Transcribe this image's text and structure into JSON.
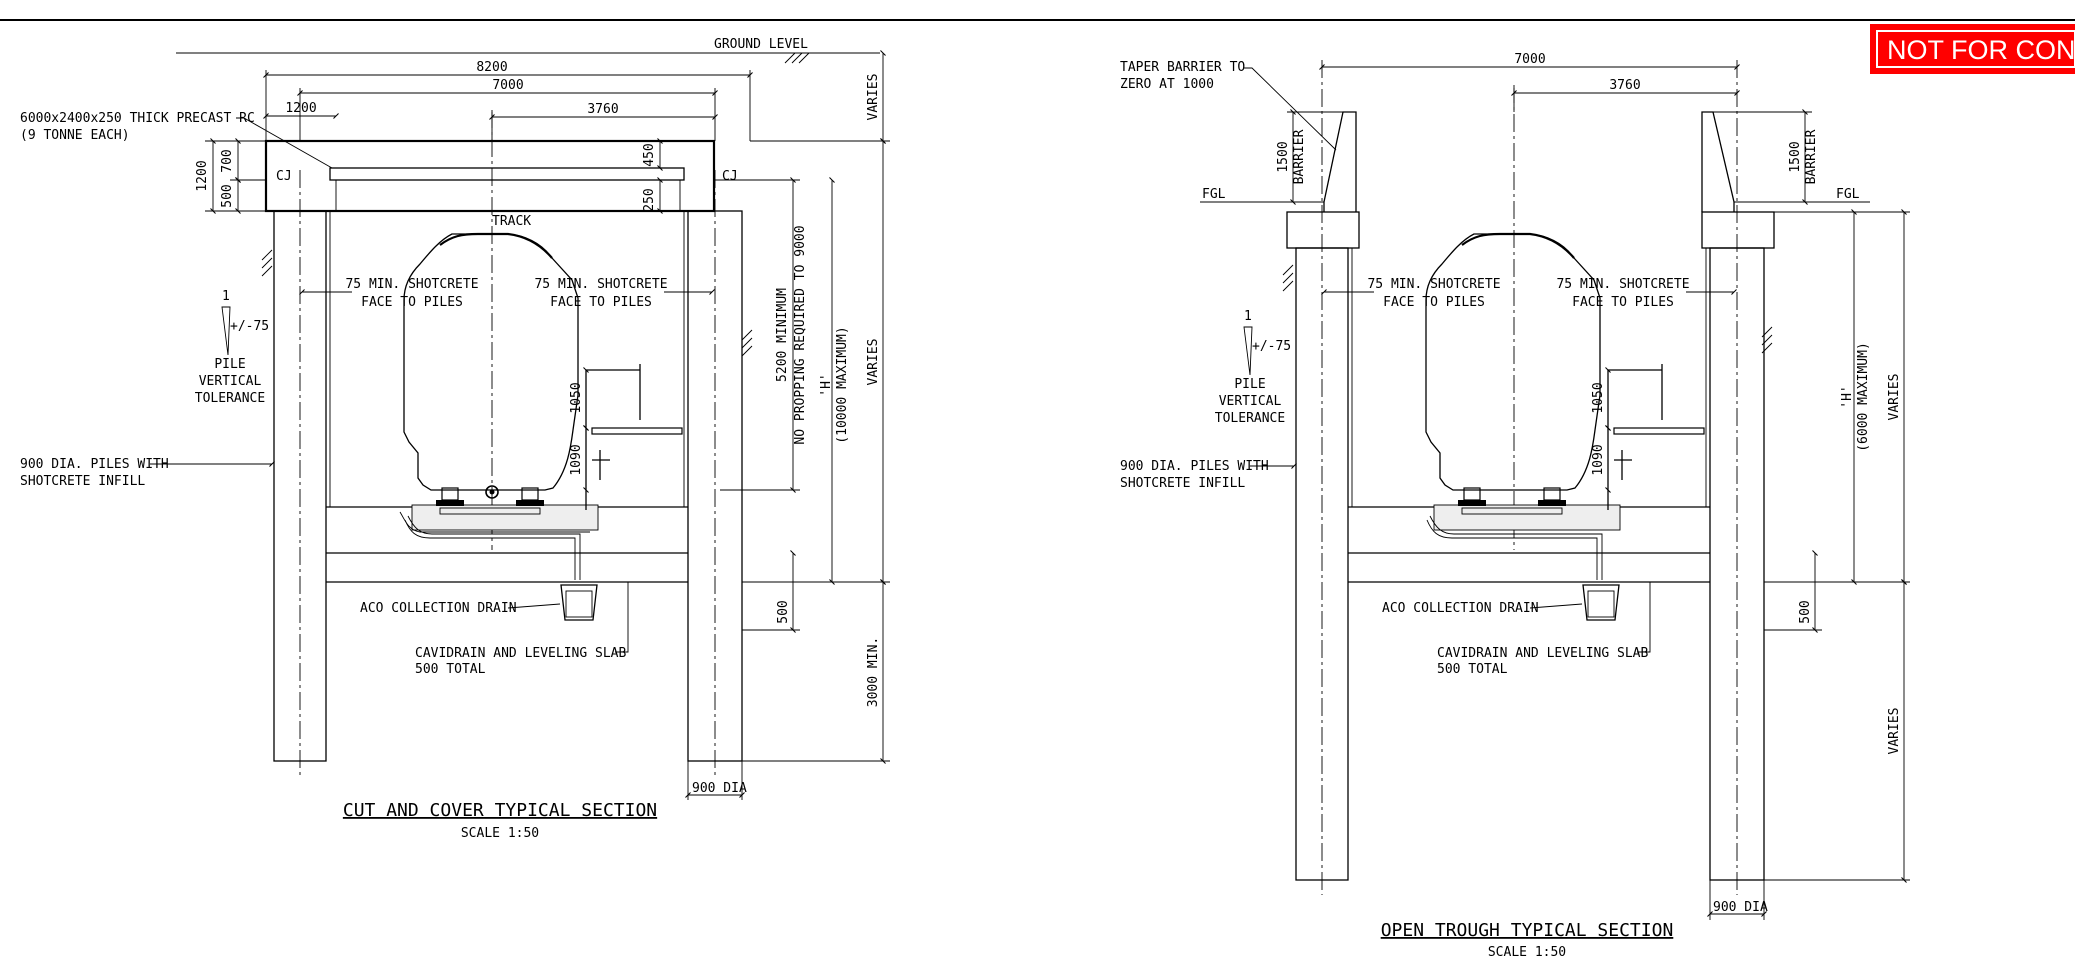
{
  "banner": {
    "text": "NOT FOR CONSTRU",
    "color": "#ff0000"
  },
  "cut_and_cover": {
    "title": "CUT AND COVER TYPICAL SECTION",
    "scale": "SCALE 1:50",
    "dims": {
      "overall_width": "8200",
      "inner_width": "7000",
      "track_offset": "3760",
      "slab_edge": "1200",
      "cap_total": "1200",
      "cap_upper": "700",
      "cap_lower": "500",
      "slab_thick": "450",
      "slab_gap": "250",
      "clearance_min": "5200 MINIMUM",
      "clearance_note": "NO PROPPING REQUIRED TO 9000",
      "h_label": "'H'",
      "h_max": "(10000 MAXIMUM)",
      "varies_top": "VARIES",
      "varies_mid": "VARIES",
      "base": "500",
      "toe_min": "3000 MIN.",
      "pile_dia": "900 DIA",
      "barrier_upper": "1050",
      "barrier_lower": "1090"
    },
    "labels": {
      "ground_level": "GROUND LEVEL",
      "precast_line1": "6000x2400x250 THICK PRECAST RC",
      "precast_line2": "(9 TONNE EACH)",
      "cj_left": "CJ",
      "cj_right": "CJ",
      "track": "TRACK",
      "shotcrete_left_1": "75 MIN. SHOTCRETE",
      "shotcrete_left_2": "FACE TO PILES",
      "shotcrete_right_1": "75 MIN. SHOTCRETE",
      "shotcrete_right_2": "FACE TO PILES",
      "tol_one": "1",
      "tol_value": "+/-75",
      "tol_1": "PILE",
      "tol_2": "VERTICAL",
      "tol_3": "TOLERANCE",
      "piles_1": "900 DIA. PILES WITH",
      "piles_2": "SHOTCRETE INFILL",
      "aco": "ACO COLLECTION DRAIN",
      "cavidrain_1": "CAVIDRAIN AND LEVELING SLAB",
      "cavidrain_2": "500 TOTAL"
    }
  },
  "open_trough": {
    "title": "OPEN TROUGH TYPICAL SECTION",
    "scale": "SCALE 1:50",
    "dims": {
      "inner_width": "7000",
      "track_offset": "3760",
      "barrier_h_left": "1500",
      "barrier_word_left": "BARRIER",
      "barrier_h_right": "1500",
      "barrier_word_right": "BARRIER",
      "h_label": "'H'",
      "h_max": "(6000 MAXIMUM)",
      "varies_mid": "VARIES",
      "varies_low": "VARIES",
      "base": "500",
      "pile_dia": "900 DIA",
      "barrier_upper": "1050",
      "barrier_lower": "1090"
    },
    "labels": {
      "taper_1": "TAPER BARRIER TO",
      "taper_2": "ZERO AT 1000",
      "fgl_left": "FGL",
      "fgl_right": "FGL",
      "shotcrete_left_1": "75 MIN. SHOTCRETE",
      "shotcrete_left_2": "FACE TO PILES",
      "shotcrete_right_1": "75 MIN. SHOTCRETE",
      "shotcrete_right_2": "FACE TO PILES",
      "tol_one": "1",
      "tol_value": "+/-75",
      "tol_1": "PILE",
      "tol_2": "VERTICAL",
      "tol_3": "TOLERANCE",
      "piles_1": "900 DIA. PILES WITH",
      "piles_2": "SHOTCRETE INFILL",
      "aco": "ACO COLLECTION DRAIN",
      "cavidrain_1": "CAVIDRAIN AND LEVELING SLAB",
      "cavidrain_2": "500 TOTAL"
    }
  }
}
